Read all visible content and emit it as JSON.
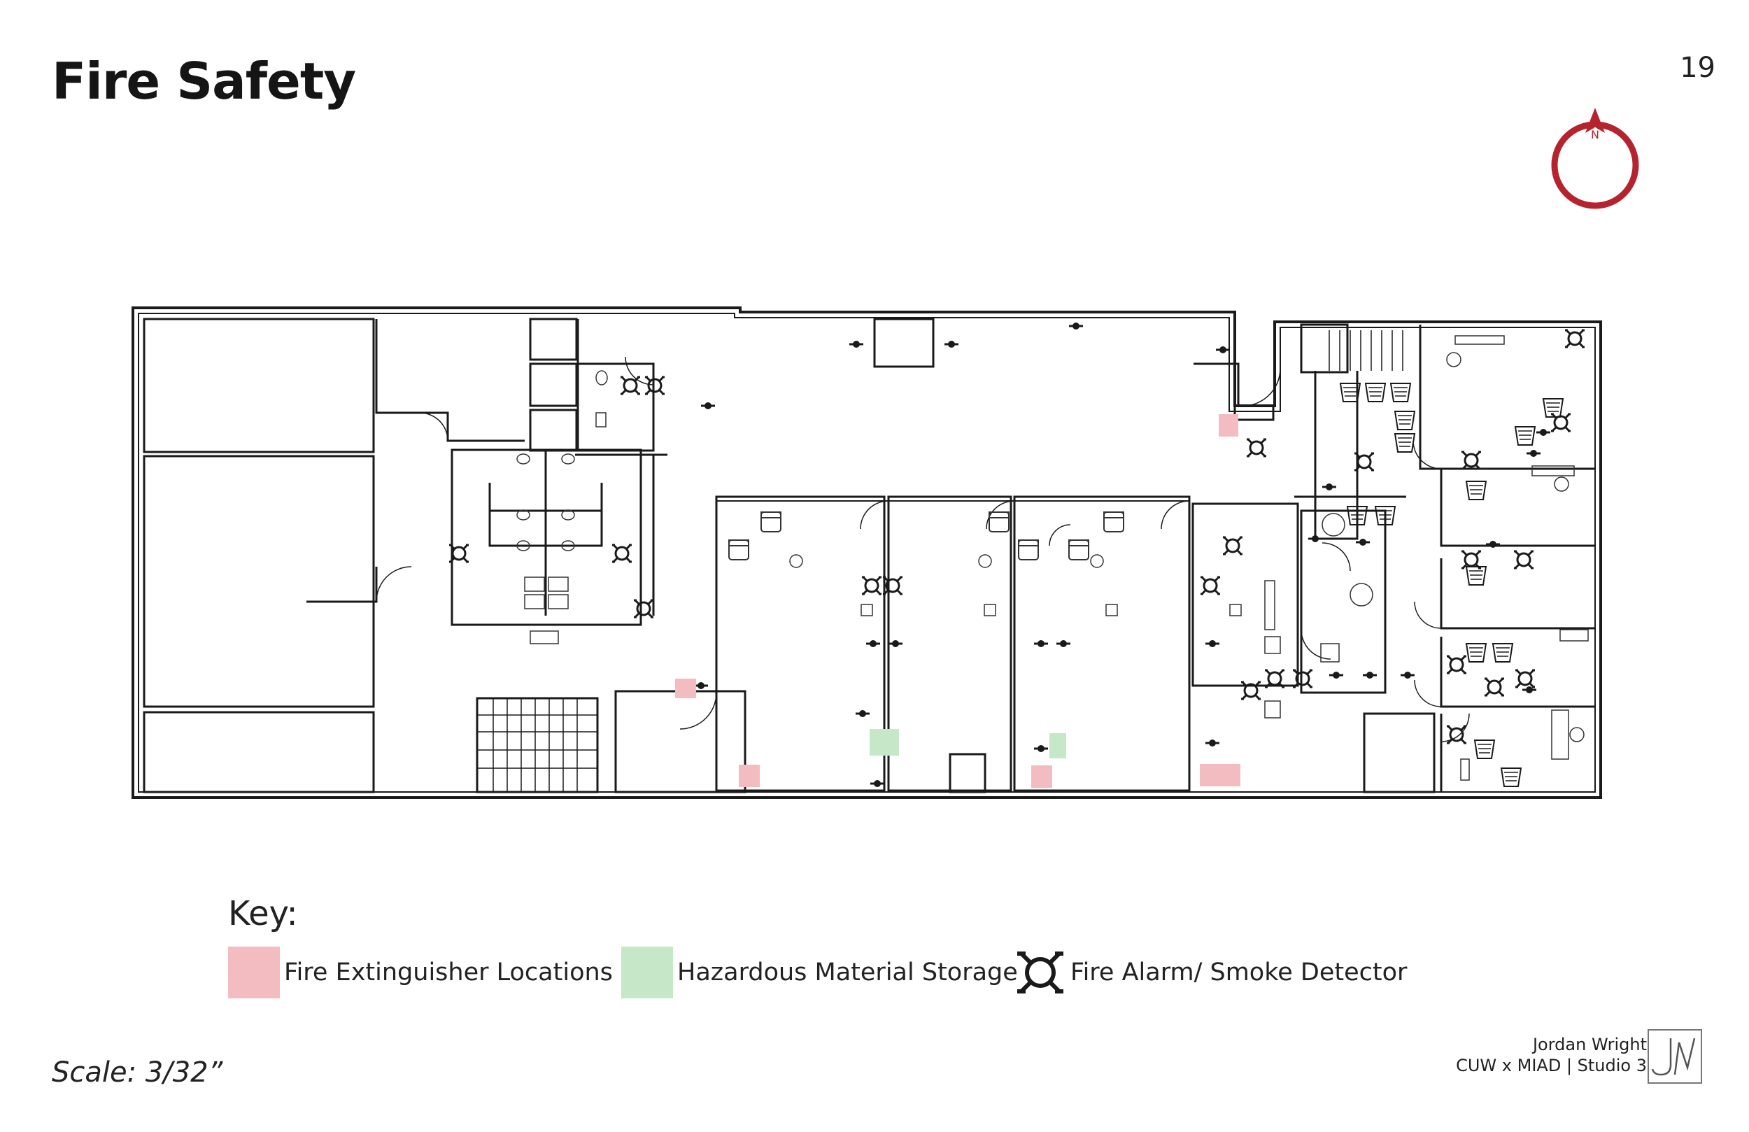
{
  "page": {
    "title": "Fire Safety",
    "page_number": "19"
  },
  "north_arrow": {
    "label": "N",
    "color": "#b5242e"
  },
  "key": {
    "heading": "Key:",
    "items": [
      {
        "label": "Fire Extinguisher Locations",
        "color": "#f2bcc0"
      },
      {
        "label": "Hazardous Material Storage",
        "color": "#c6e8c8"
      },
      {
        "label": "Fire Alarm/ Smoke Detector",
        "icon": "fire-alarm-smoke-detector-icon"
      }
    ]
  },
  "scale_text": "Scale: 3/32”",
  "credit": {
    "name": "Jordan Wright",
    "affiliation": "CUW x MIAD | Studio 3"
  },
  "colors": {
    "extinguisher": "#f2bcc0",
    "hazardous": "#c6e8c8",
    "wall": "#1a1a1a",
    "accent": "#b5242e"
  }
}
